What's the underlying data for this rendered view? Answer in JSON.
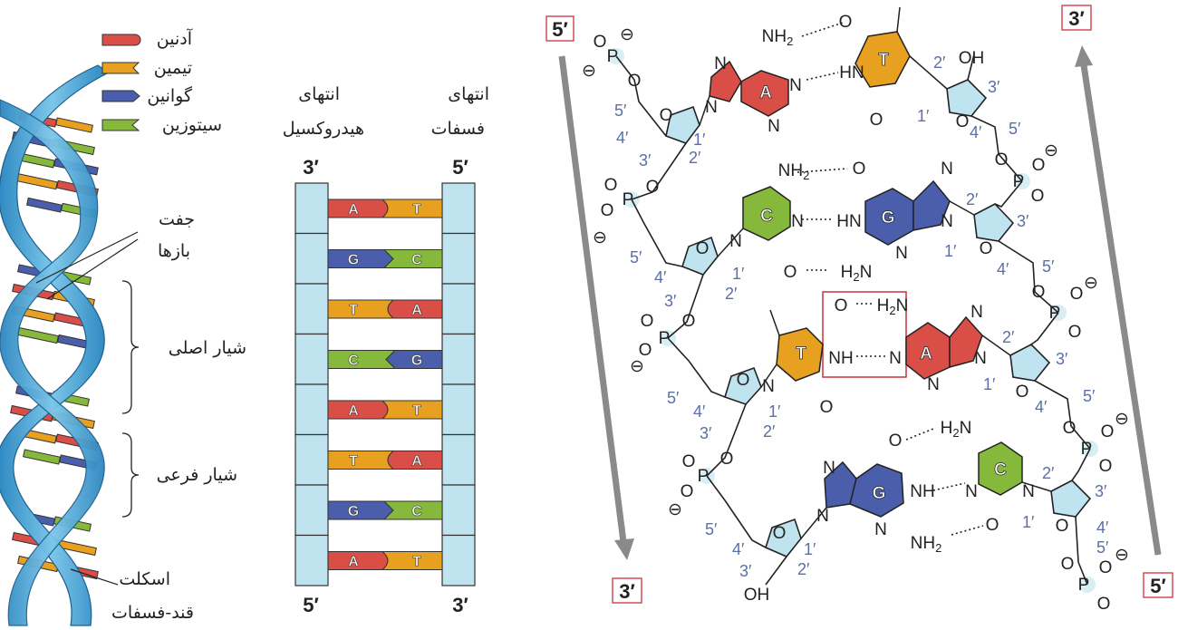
{
  "legend": [
    {
      "label": "آدنین",
      "color": "#d94f48"
    },
    {
      "label": "تیمین",
      "color": "#e8a020"
    },
    {
      "label": "گوانین",
      "color": "#4a5eab"
    },
    {
      "label": "سیتوزین",
      "color": "#86b83c"
    }
  ],
  "helix_labels": {
    "base_pair_1": "جفت",
    "base_pair_2": "بازها",
    "leading": "شیار اصلی",
    "lagging": "شیار فرعی",
    "backbone_1": "اسکلت",
    "backbone_2": "قند-فسفات"
  },
  "ladder": {
    "hydroxyl_1": "انتهای",
    "hydroxyl_2": "هیدروکسیل",
    "phosphate_1": "انتهای",
    "phosphate_2": "فسفات",
    "left_top": "3′",
    "right_top": "5′",
    "left_bottom": "5′",
    "right_bottom": "3′",
    "pairs": [
      {
        "left": "A",
        "right": "T"
      },
      {
        "left": "G",
        "right": "C"
      },
      {
        "left": "T",
        "right": "A"
      },
      {
        "left": "C",
        "right": "G"
      },
      {
        "left": "A",
        "right": "T"
      },
      {
        "left": "T",
        "right": "A"
      },
      {
        "left": "G",
        "right": "C"
      },
      {
        "left": "A",
        "right": "T"
      }
    ]
  },
  "chem": {
    "box_tl": "5′",
    "box_bl": "3′",
    "box_tr": "3′",
    "box_br": "5′",
    "bases": [
      "A",
      "T",
      "C",
      "G",
      "T",
      "A",
      "G",
      "C"
    ],
    "oh_top": "OH",
    "oh_bottom": "OH"
  }
}
